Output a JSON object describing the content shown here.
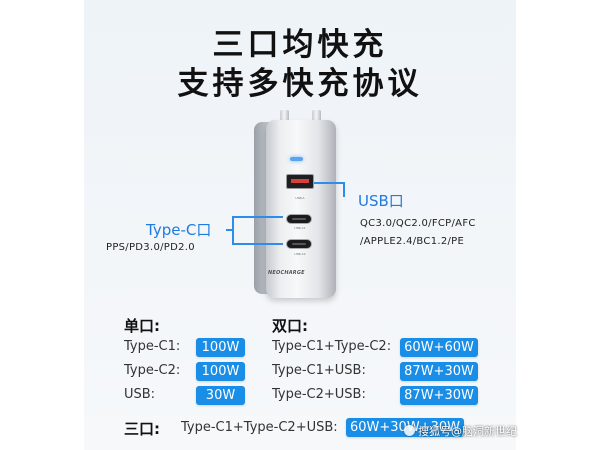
{
  "headline": {
    "line1": "三口均快充",
    "line2": "支持多快充协议"
  },
  "product": {
    "brand": "NEOCHARGE",
    "port_labels": [
      "USB-A",
      "USB-C1",
      "USB-C2"
    ]
  },
  "callouts": {
    "type_c": {
      "title": "Type-C口",
      "protocols": "PPS/PD3.0/PD2.0"
    },
    "usb": {
      "title": "USB口",
      "protocols_line1": "QC3.0/QC2.0/FCP/AFC",
      "protocols_line2": "/APPLE2.4/BC1.2/PE"
    }
  },
  "single_port": {
    "title": "单口:",
    "rows": [
      {
        "label": "Type-C1:",
        "value": "100W"
      },
      {
        "label": "Type-C2:",
        "value": "100W"
      },
      {
        "label": "USB:",
        "value": "30W"
      }
    ]
  },
  "dual_port": {
    "title": "双口:",
    "rows": [
      {
        "label": "Type-C1+Type-C2:",
        "value": "60W+60W"
      },
      {
        "label": "Type-C1+USB:",
        "value": "87W+30W"
      },
      {
        "label": "Type-C2+USB:",
        "value": "87W+30W"
      }
    ]
  },
  "triple_port": {
    "title": "三口:",
    "label": "Type-C1+Type-C2+USB:",
    "value": "60W+30W+30W"
  },
  "watermark": "搜狐号@脑洞新世纪",
  "colors": {
    "accent_blue": "#1a8ee6",
    "label_blue": "#1f7be0",
    "led_blue": "#5aa3ee",
    "usb_a_tab": "#d8403a"
  }
}
